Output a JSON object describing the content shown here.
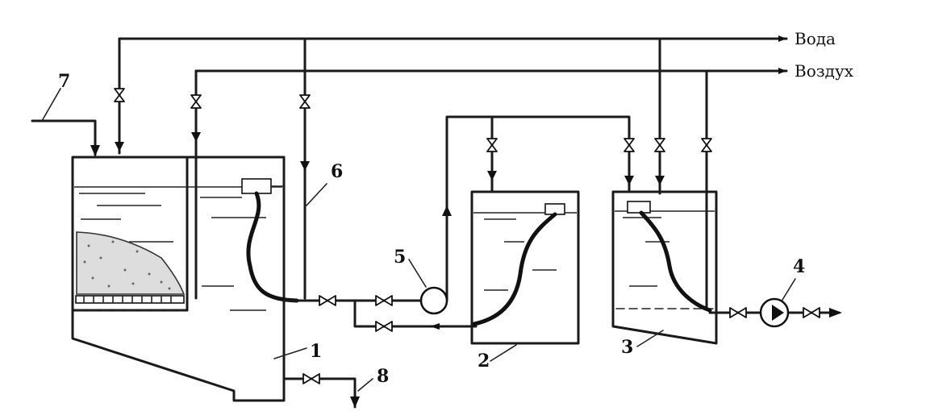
{
  "labels": {
    "water_inlet": "Вода",
    "air_inlet": "Воздух",
    "n1": "1",
    "n2": "2",
    "n3": "3",
    "n4": "4",
    "n5": "5",
    "n6": "6",
    "n7": "7",
    "n8": "8"
  },
  "colors": {
    "line": "#1a1a1a",
    "background": "#ffffff"
  }
}
